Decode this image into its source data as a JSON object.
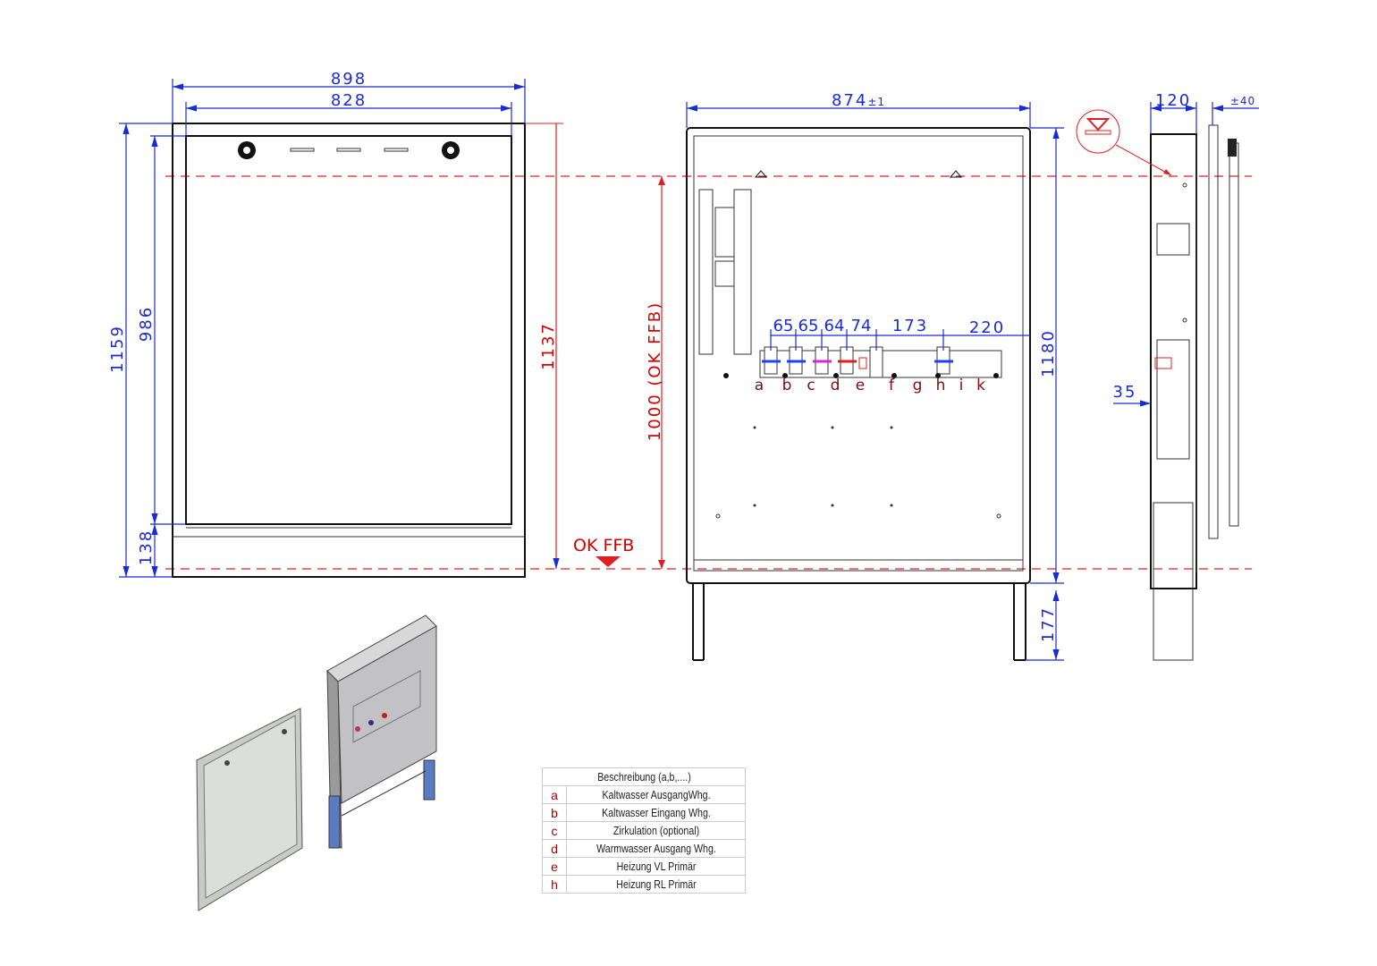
{
  "front_view": {
    "dim_outer_width": "898",
    "dim_inner_width": "828",
    "dim_total_height": "1159",
    "dim_inner_height": "986",
    "dim_bottom": "138",
    "dim_height_ffb": "1137"
  },
  "floor_marker": {
    "label": "OK FFB",
    "height_label": "1000 (OK FFB)"
  },
  "middle_view": {
    "dim_width": "874",
    "dim_width_tol": "±1",
    "dim_height": "1180",
    "dim_leg": "177",
    "spacings": [
      "65",
      "65",
      "64",
      "74",
      "173",
      "220"
    ],
    "connection_letters": [
      "a",
      "b",
      "c",
      "d",
      "e",
      "f",
      "g",
      "h",
      "i",
      "k"
    ]
  },
  "side_view": {
    "dim_depth": "120",
    "dim_adjust": "±40",
    "dim_offset": "35"
  },
  "legend": {
    "header": "Beschreibung (a,b,....)",
    "rows": [
      {
        "key": "a",
        "text": "Kaltwasser AusgangWhg."
      },
      {
        "key": "b",
        "text": "Kaltwasser Eingang Whg."
      },
      {
        "key": "c",
        "text": "Zirkulation (optional)"
      },
      {
        "key": "d",
        "text": "Warmwasser Ausgang Whg."
      },
      {
        "key": "e",
        "text": "Heizung VL Primär"
      },
      {
        "key": "h",
        "text": "Heizung RL Primär"
      }
    ]
  },
  "colors": {
    "dimension": "#1a2bd6",
    "reference": "#e02020",
    "label": "#7a0d0d"
  }
}
